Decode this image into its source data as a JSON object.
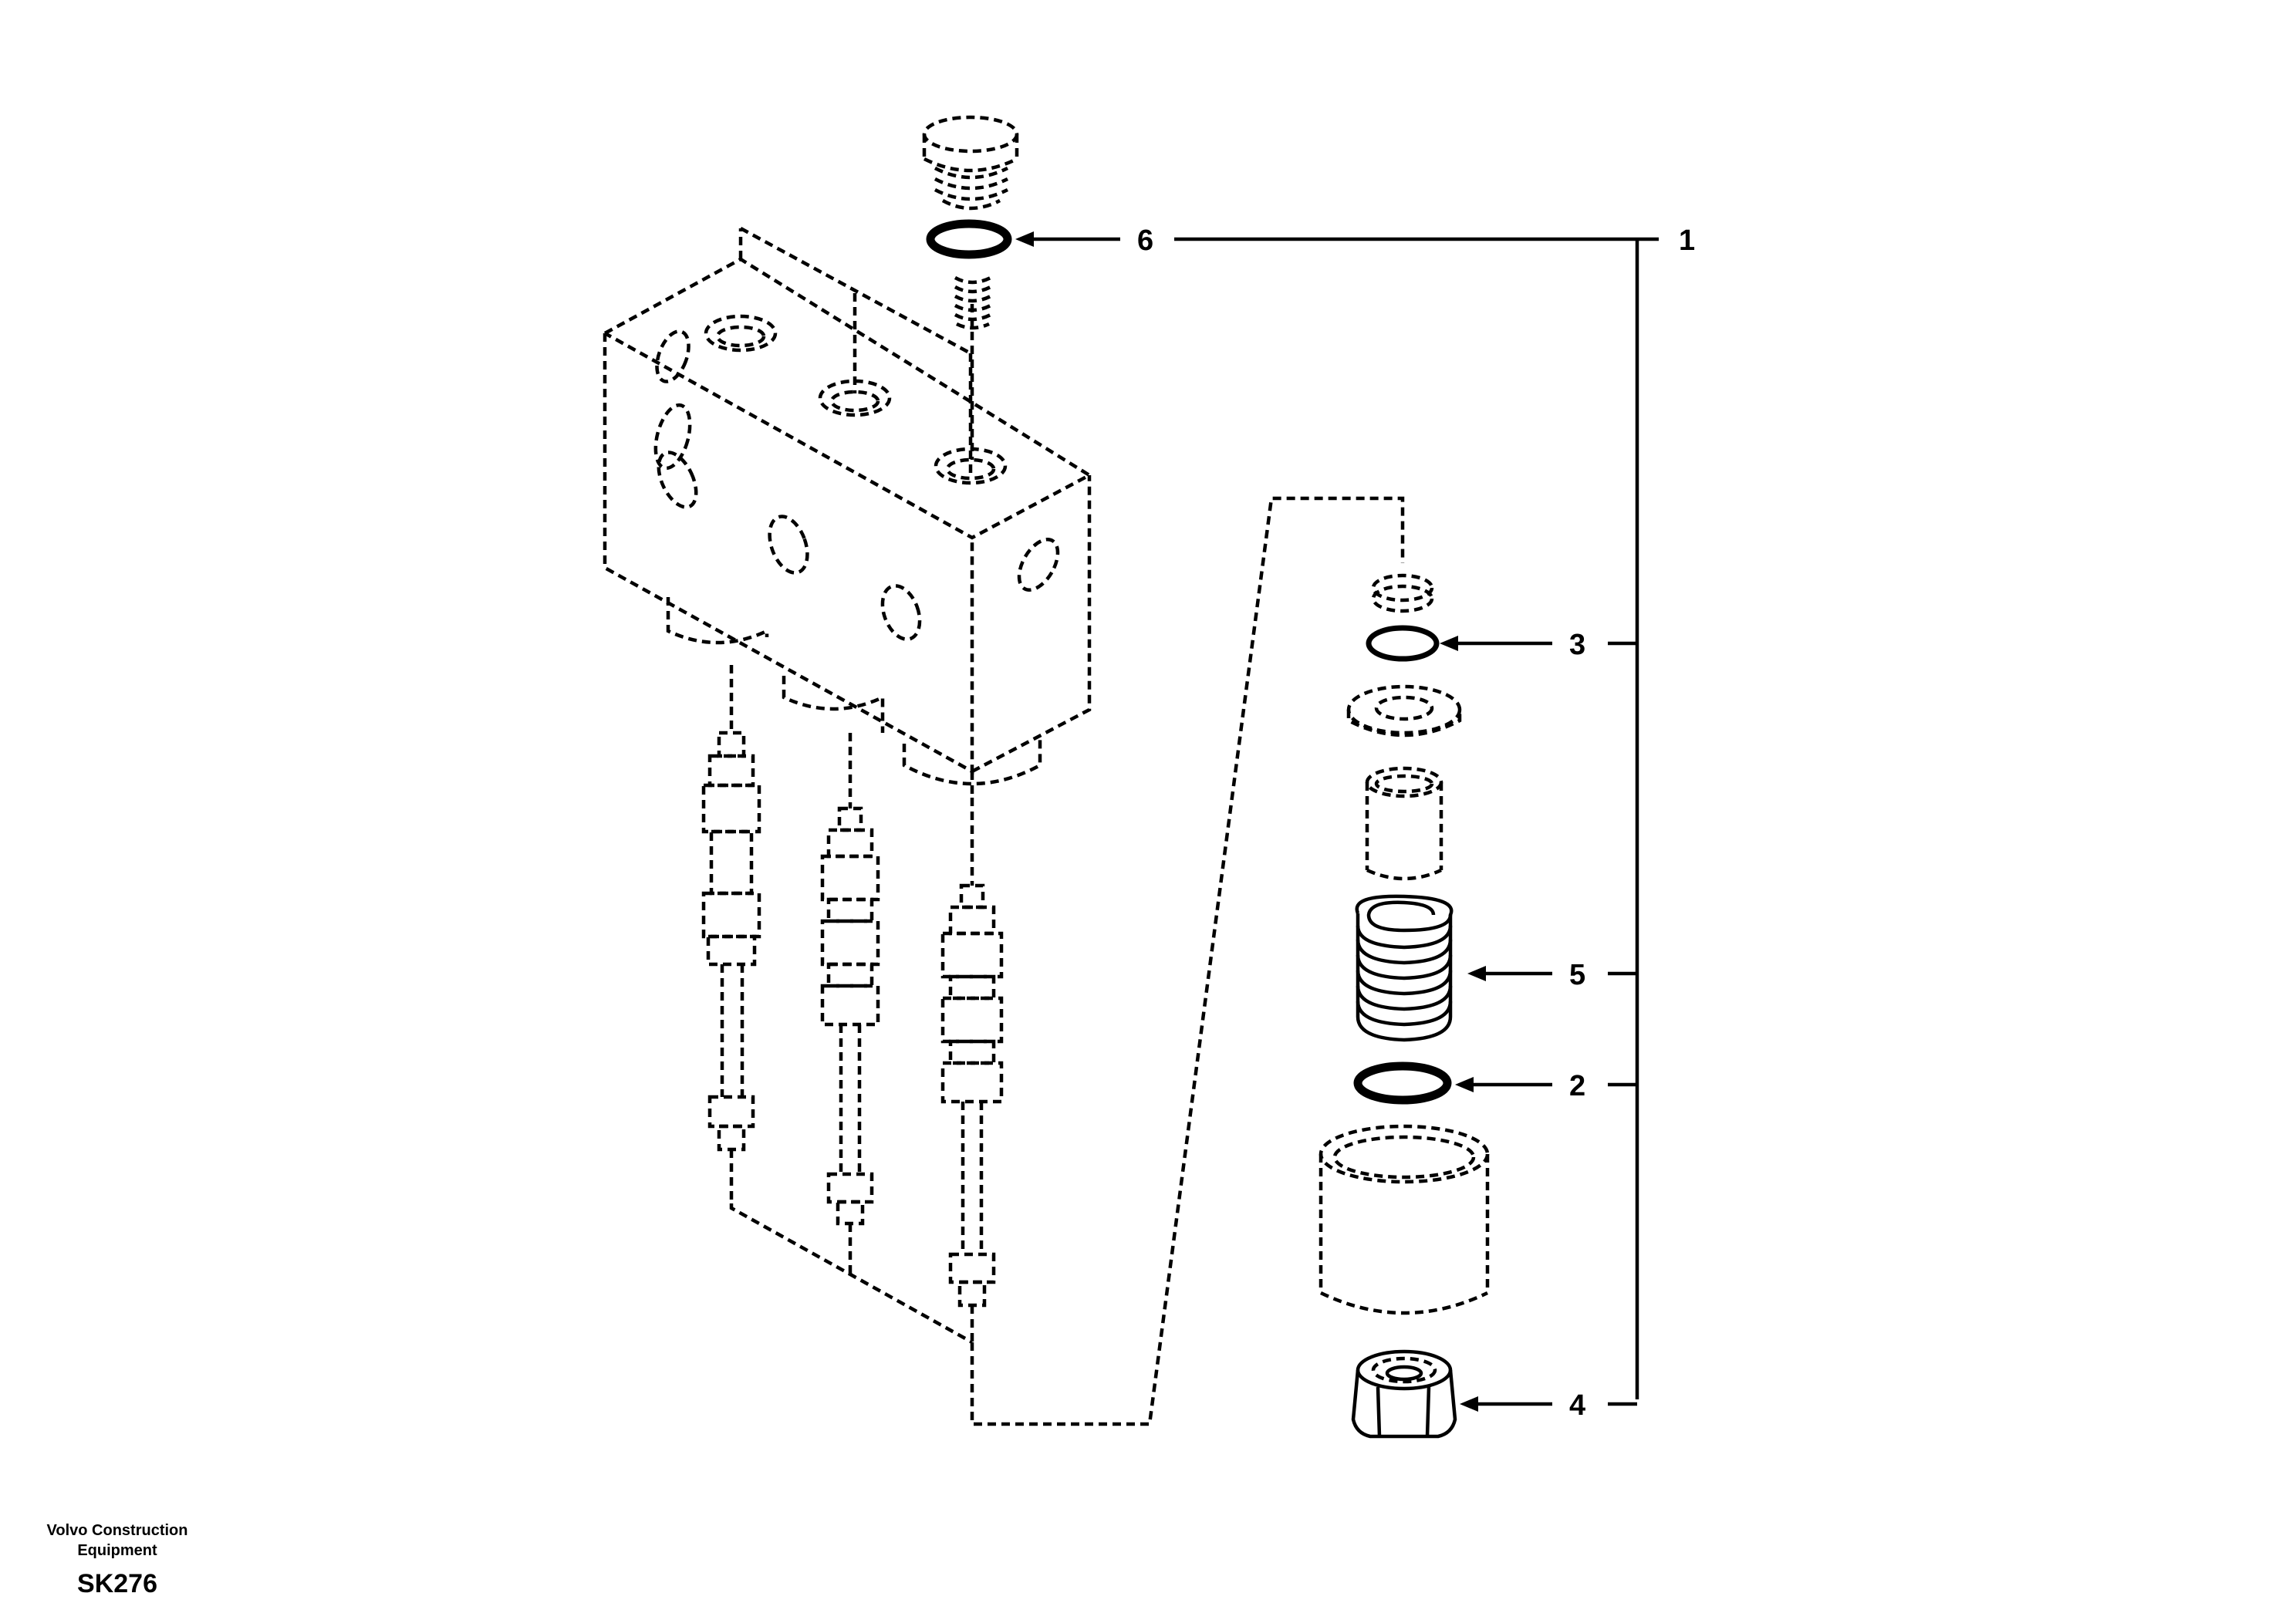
{
  "callouts": {
    "c1": "1",
    "c2": "2",
    "c3": "3",
    "c4": "4",
    "c5": "5",
    "c6": "6"
  },
  "footer": {
    "brand_line1": "Volvo Construction",
    "brand_line2": "Equipment",
    "code": "SK276"
  }
}
